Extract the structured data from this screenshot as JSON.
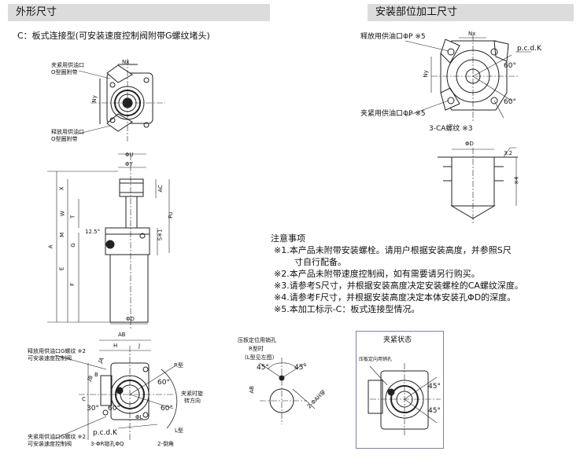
{
  "headers": {
    "left": "外形尺寸",
    "right": "安装部位加工尺寸"
  },
  "subtitle": "C：板式连接型(可安装速度控制阀附带G螺纹堵头)",
  "top_view": {
    "clamp_port": "夹紧用供油口",
    "clamp_oring": "O型圈附带",
    "release_port": "释放用供油口",
    "release_oring": "O型圈附带",
    "nx": "Nx",
    "ny": "Ny"
  },
  "side_view": {
    "phi_u": "ΦU",
    "phi_y": "ΦY",
    "ac": "AC",
    "x": "X",
    "w": "W",
    "t": "T",
    "a": "A",
    "m": "M",
    "g": "G",
    "e": "E",
    "f": "F",
    "fu": "Fu",
    "s": "S※1",
    "angle": "12.5°",
    "phi_d": "ΦD"
  },
  "mounting_view": {
    "release_port": "释放用供油口ΦP ※5",
    "clamp_port": "夹紧用供油口ΦP ※5",
    "ca_thread": "3-CA螺纹 ※3",
    "pcd": "p.c.d.K",
    "nx": "Nx",
    "ny": "Ny",
    "angle_top": "60°",
    "angle_bottom": "60°",
    "phi_d": "ΦD",
    "s4": "※4",
    "roughness": "3.2"
  },
  "notes": {
    "title": "注意事项",
    "items": [
      "※1.本产品未附带安装螺栓。请用户根据安装高度，并参照S尺",
      "寸自行配备。",
      "※2.本产品未附带速度控制阀，如有需要请另行购买。",
      "※3.请参考S尺寸，并根据安装高度决定安装螺栓的CA螺纹深度。",
      "※4.请参考F尺寸，并根据安装高度决定本体安装孔ΦD的深度。",
      "※5.本加工标示-C：板式连接型情况。"
    ]
  },
  "bottom_view": {
    "release_port": "释放用供油口G螺纹 ※2",
    "release_valve": "可安装速度控制阀",
    "clamp_port": "夹紧用供油口G螺纹 ※2",
    "clamp_valve": "可安装速度控制阀",
    "ab": "AB",
    "h": "H",
    "j": "J",
    "ja": "JA",
    "jb": "JB",
    "b": "B",
    "c": "C",
    "r": "R型",
    "l": "L型",
    "a60a": "60°",
    "a60b": "60°",
    "a60c": "60°",
    "a30": "30°",
    "phi_l": "ΦL",
    "pcd": "p.c.d.K",
    "bolt_holes": "3-ΦR锪孔ΦQ",
    "chamfer": "2-倒角",
    "clamp_dir1": "夹紧时旋",
    "clamp_dir2": "转方向"
  },
  "pin_view": {
    "title1": "压板定位用销孔",
    "title2": "R型时",
    "title3": "(L型见左图)",
    "a45a": "45°",
    "a45b": "45°",
    "ab": "AB",
    "hole": "2-ΦAH穿"
  },
  "clamp_state": {
    "title": "夹紧状态",
    "label": "压板定向用销孔",
    "a45a": "45°",
    "a45b": "45°"
  }
}
